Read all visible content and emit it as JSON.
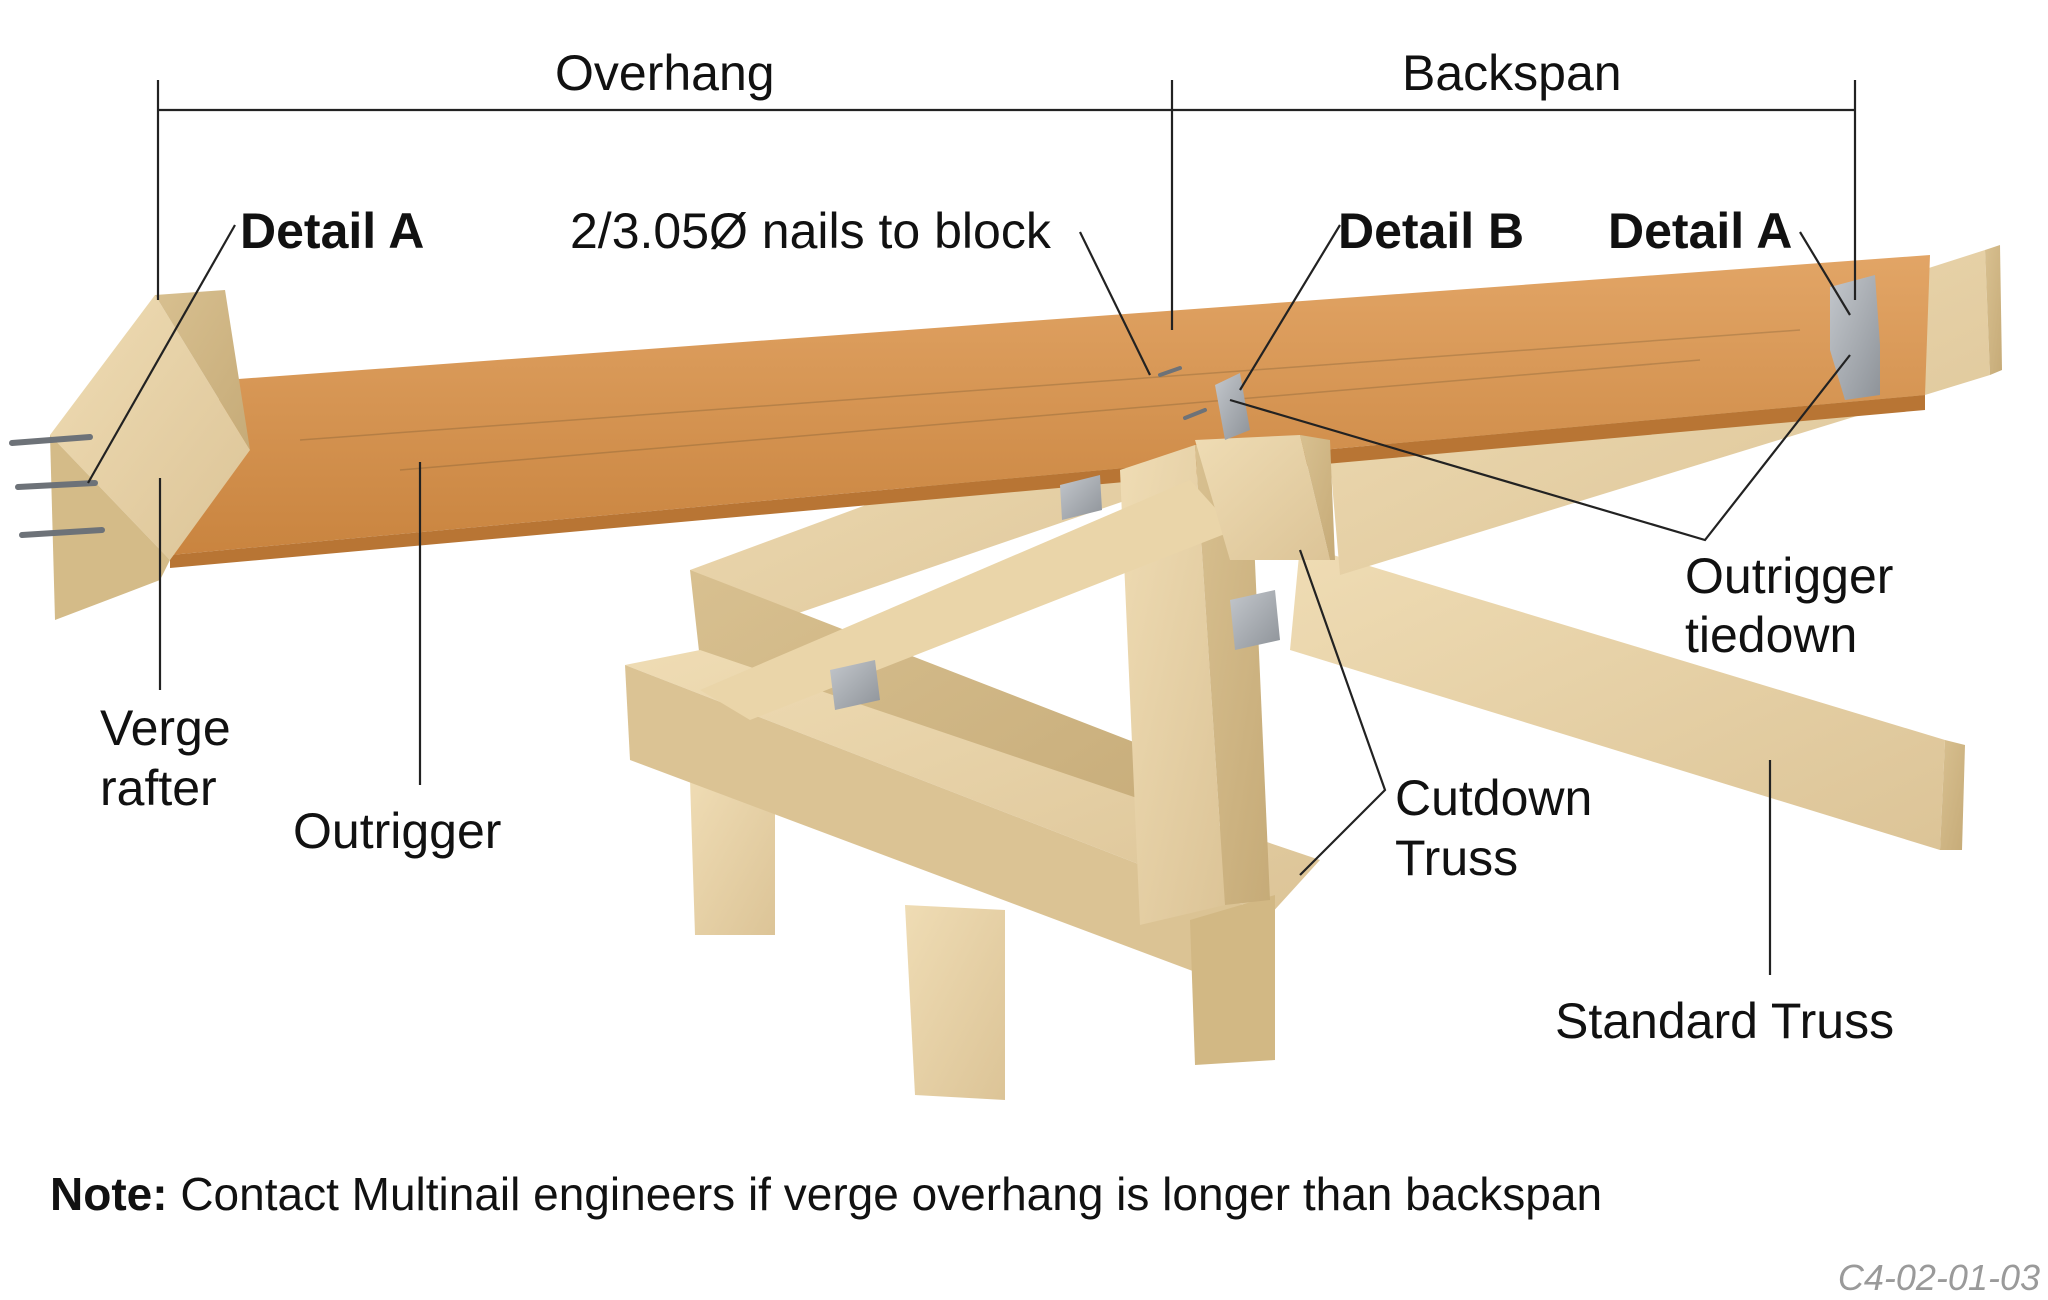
{
  "dimensions": {
    "overhang": "Overhang",
    "backspan": "Backspan"
  },
  "labels": {
    "detail_a_left": "Detail A",
    "nails": "2/3.05Ø nails to block",
    "detail_b": "Detail B",
    "detail_a_right": "Detail A",
    "outrigger_tiedown_line1": "Outrigger",
    "outrigger_tiedown_line2": "tiedown",
    "verge_rafter_line1": "Verge",
    "verge_rafter_line2": "rafter",
    "outrigger": "Outrigger",
    "cutdown_truss_line1": "Cutdown",
    "cutdown_truss_line2": "Truss",
    "standard_truss": "Standard Truss"
  },
  "note": {
    "prefix": "Note:",
    "text": " Contact Multinail engineers if verge overhang is longer than backspan"
  },
  "drawing_code": "C4-02-01-03",
  "colors": {
    "outrigger_timber": "#d4904a",
    "pale_timber": "#e6d2a8",
    "steel_plate": "#a9adb2"
  }
}
